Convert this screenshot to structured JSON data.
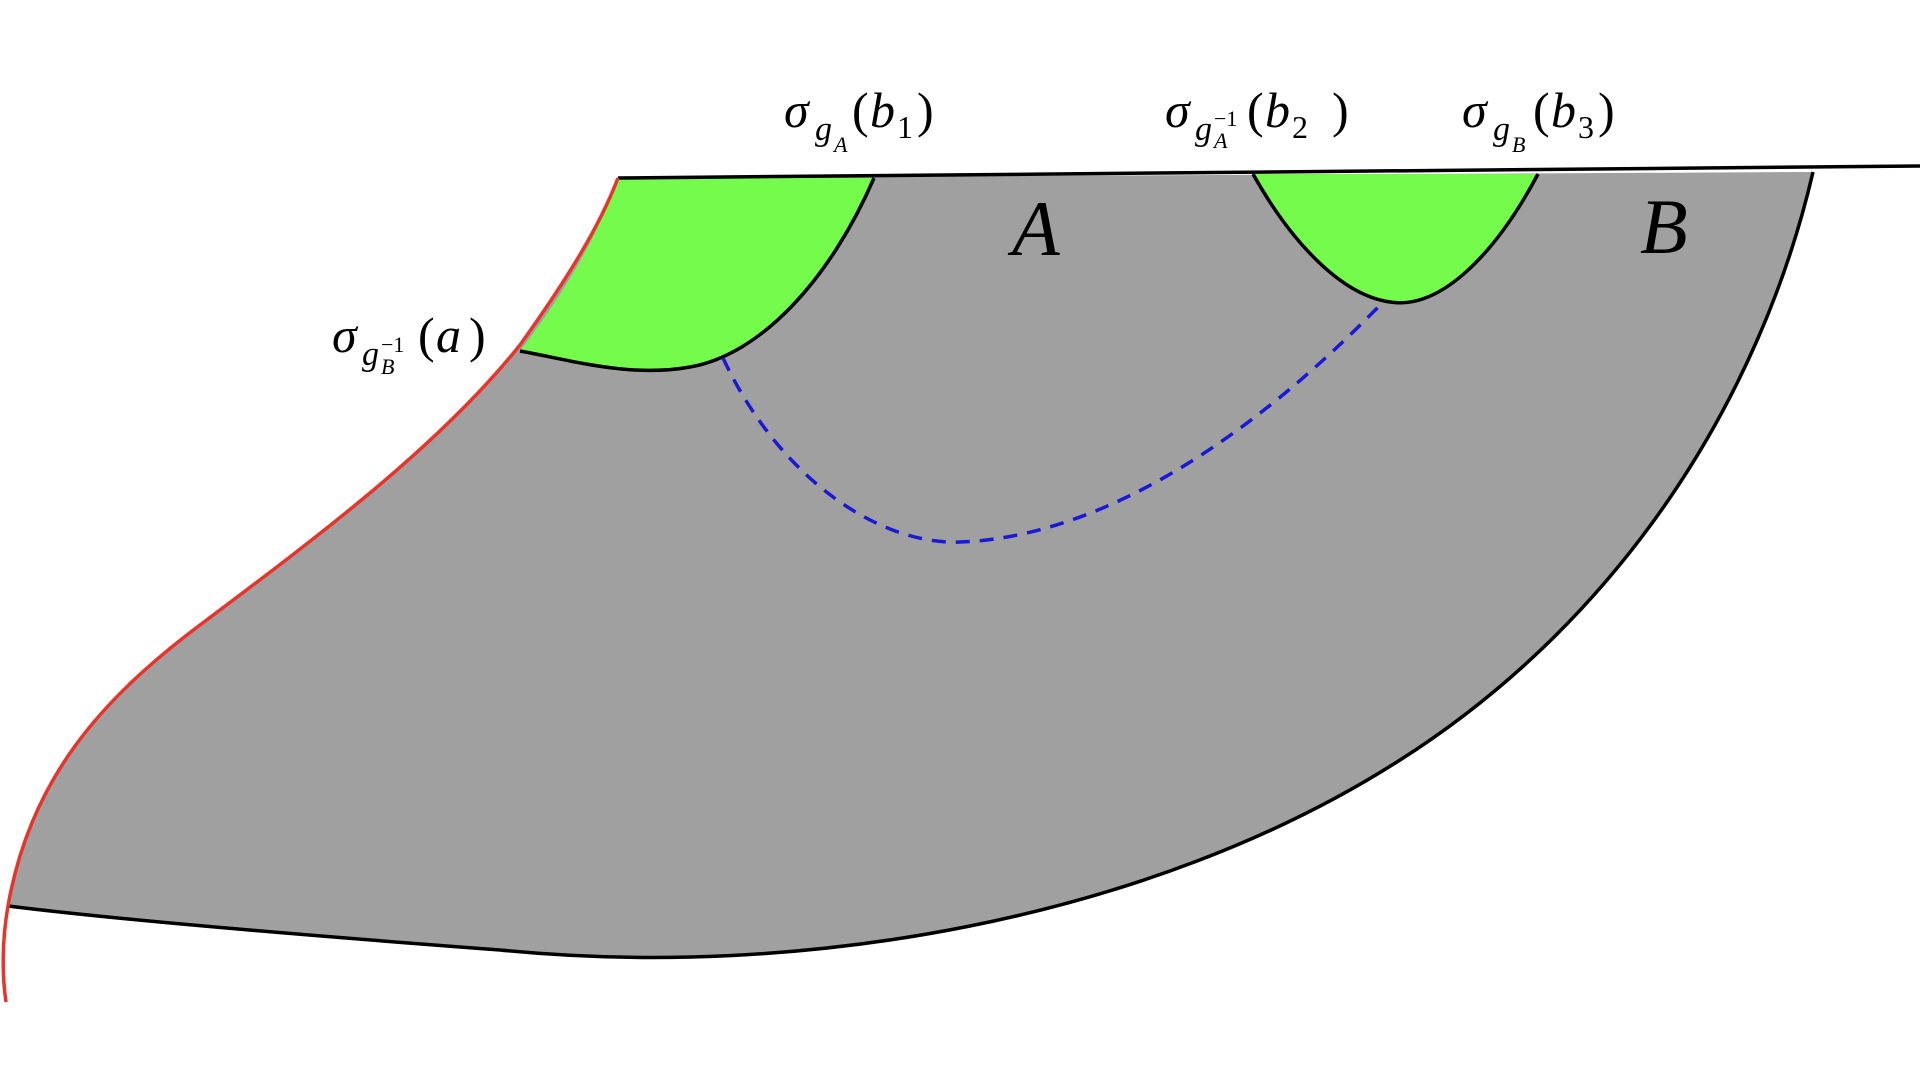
{
  "colors": {
    "region_fill": "#a0a0a0",
    "green_fill": "#74fb4c",
    "boundary": "#000000",
    "red_curve": "#e8342a",
    "dashed_geodesic": "#1a1ad6",
    "background": "#ffffff"
  },
  "labels": {
    "region_a": "A",
    "region_b": "B",
    "sigma": "σ",
    "g": "g",
    "sub_a": "A",
    "sub_b": "B",
    "inv": "−1",
    "b1": "b",
    "b2": "b",
    "b3": "b",
    "a": "a",
    "idx1": "1",
    "idx2": "2",
    "idx3": "3",
    "lparen": "(",
    "rparen": ")"
  }
}
